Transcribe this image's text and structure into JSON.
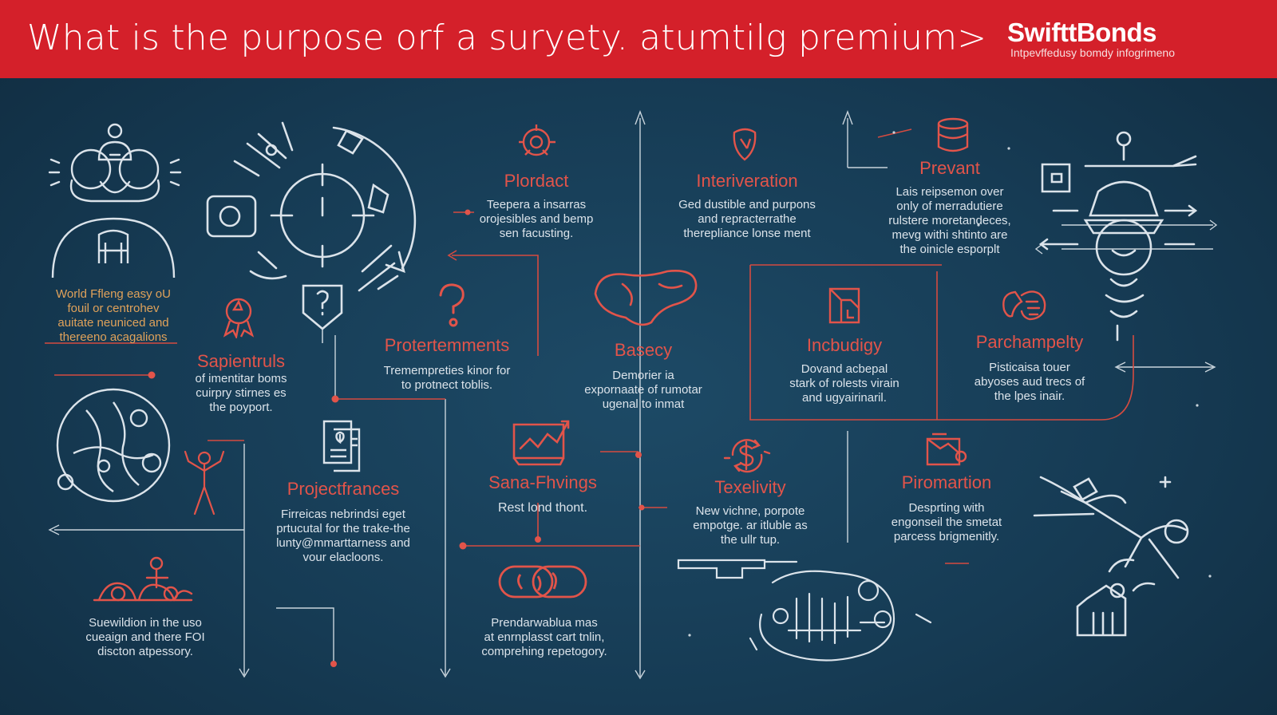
{
  "header": {
    "title": "What is the purpose orf a suryety. atumtilg premium>",
    "brand": "SwifttBonds",
    "tagline": "Intpevffedusy bomdy infogrimeno"
  },
  "colors": {
    "header_bg": "#d4202a",
    "background": "#163a52",
    "accent": "#e2544a",
    "text": "#dbe3ea",
    "line_light": "#c9d4dc"
  },
  "blocks": [
    {
      "id": "world-filing",
      "label": "",
      "icon": "scale-arch-icon",
      "desc": [
        "World Ffleng easy oU",
        "fouil or centrohev",
        "auitate neuniced and",
        "thereeno acagalions"
      ]
    },
    {
      "id": "sapientruls",
      "label": "Sapientruls",
      "icon": "ribbon-badge-icon",
      "desc": [
        "of imentitar boms",
        "cuirpry stirnes es",
        "the poyport."
      ]
    },
    {
      "id": "plordact",
      "label": "Plordact",
      "icon": "target-icon",
      "desc": [
        "Teepera a insarras",
        "orojesibles and bemp",
        "sen facusting."
      ]
    },
    {
      "id": "interiveration",
      "label": "Interiveration",
      "icon": "shield-check-icon",
      "desc": [
        "Ged dustible and purpons",
        "and repracterrathe",
        "therepliance lonse ment"
      ]
    },
    {
      "id": "prevant",
      "label": "Prevant",
      "icon": "database-icon",
      "desc": [
        "Lais reipsemon over",
        "only of merradutiere",
        "rulstere moretandeces,",
        "mevg withi shtinto are",
        "the oinicle esporplt"
      ]
    },
    {
      "id": "protertemments",
      "label": "Protertemments",
      "icon": "question-icon",
      "desc": [
        "Tremempreties kinor for",
        "to protnect toblis."
      ]
    },
    {
      "id": "basecy",
      "label": "Basecy",
      "icon": "organ-icon",
      "desc": [
        "Demorier ia",
        "expornaate of rumotar",
        "ugenal to inmat"
      ]
    },
    {
      "id": "incbudigy",
      "label": "Incbudigy",
      "icon": "document-frame-icon",
      "desc": [
        "Dovand acbepal",
        "stark of rolests virain",
        "and ugyairinaril."
      ]
    },
    {
      "id": "parchampelty",
      "label": "Parchampelty",
      "icon": "handshake-icon",
      "desc": [
        "Pisticaisa touer",
        "abyoses aud trecs of",
        "the lpes inair."
      ]
    },
    {
      "id": "projectfrances",
      "label": "Projectfrances",
      "icon": "documents-icon",
      "desc": [
        "Firreicas nebrindsi eget",
        "prtucutal for the trake-the",
        "lunty@mmarttarness and",
        "vour elacloons."
      ]
    },
    {
      "id": "sana-fhvings",
      "label": "Sana-Fhvings",
      "icon": "chart-icon",
      "desc": [
        "Rest lond thont."
      ]
    },
    {
      "id": "texelivity",
      "label": "Texelivity",
      "icon": "dollar-cycle-icon",
      "desc": [
        "New vichne, porpote",
        "empotge. ar itluble as",
        "the ullr tup."
      ]
    },
    {
      "id": "piromartion",
      "label": "Piromartion",
      "icon": "map-icon",
      "desc": [
        "Desprting with",
        "engonseil the smetat",
        "parcess brigmenitly."
      ]
    },
    {
      "id": "prendarwablua",
      "label": "",
      "icon": "chain-icon",
      "desc": [
        "Prendarwablua mas",
        "at enrnplasst cart tnlin,",
        "comprehing repetogory."
      ]
    },
    {
      "id": "suewildion",
      "label": "",
      "icon": "people-icon",
      "desc": [
        "Suewildion in the uso",
        "cueaign and there FOI",
        "discton atpessory."
      ]
    }
  ]
}
